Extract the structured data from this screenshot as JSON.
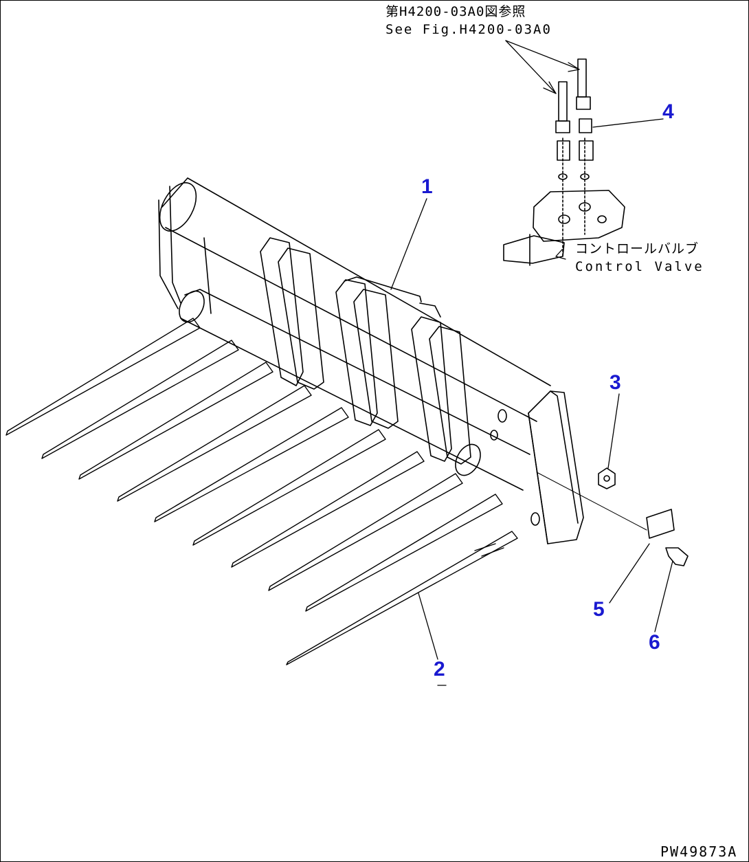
{
  "reference": {
    "jp": "第H4200-03A0図参照",
    "en": "See Fig.H4200-03A0"
  },
  "control_valve": {
    "jp": "コントロールバルブ",
    "en": "Control Valve"
  },
  "drawing_id": "PW49873A",
  "callouts": {
    "c1": "1",
    "c2": "2",
    "c3": "3",
    "c4": "4",
    "c5": "5",
    "c6": "6"
  },
  "colors": {
    "line": "#000000",
    "callout": "#1a1ad0",
    "background": "#ffffff"
  }
}
